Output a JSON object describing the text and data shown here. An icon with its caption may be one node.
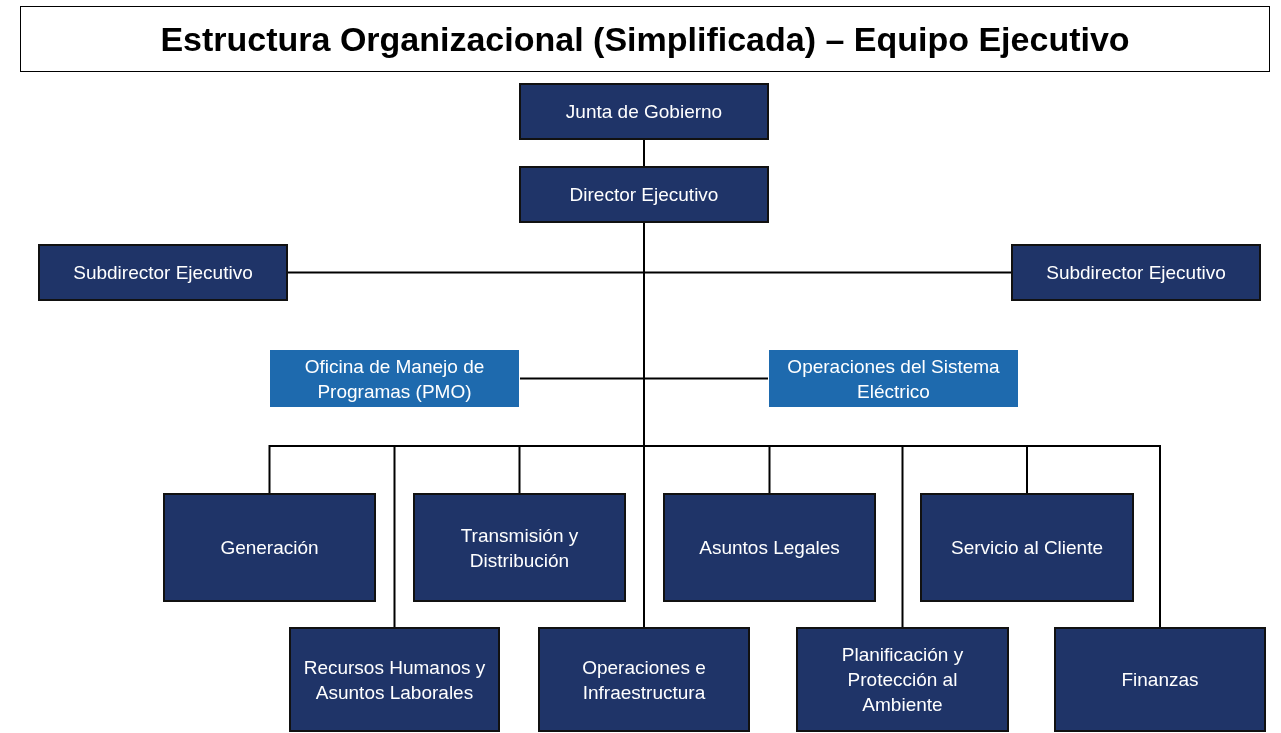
{
  "diagram": {
    "title": "Estructura Organizacional (Simplificada) – Equipo Ejecutivo",
    "nodes": [
      {
        "text": [
          "Junta de Gobierno"
        ]
      },
      {
        "text": [
          "Director Ejecutivo"
        ]
      },
      {
        "text": [
          "Subdirector Ejecutivo"
        ]
      },
      {
        "text": [
          "Subdirector Ejecutivo"
        ]
      },
      {
        "text": [
          "Oficina de Manejo de Programas (PMO)"
        ]
      },
      {
        "text": [
          "Operaciones del Sistema Eléctrico"
        ]
      },
      {
        "text": [
          "Generación"
        ]
      },
      {
        "text": [
          "Transmisión y Distribución"
        ]
      },
      {
        "text": [
          "Asuntos Legales"
        ]
      },
      {
        "text": [
          "Servicio al Cliente"
        ]
      },
      {
        "text": [
          "Recursos Humanos y Asuntos Laborales"
        ]
      },
      {
        "text": [
          "Operaciones e Infraestructura"
        ]
      },
      {
        "text": [
          "Planificación y Protección al Ambiente"
        ]
      },
      {
        "text": [
          "Finanzas"
        ]
      }
    ],
    "edges": [
      {
        "from": 0,
        "to": 1,
        "arrow": "none"
      },
      {
        "from": 1,
        "to": 2,
        "arrow": "none"
      },
      {
        "from": 1,
        "to": 3,
        "arrow": "none"
      },
      {
        "from": 1,
        "to": 4,
        "arrow": "none"
      },
      {
        "from": 1,
        "to": 5,
        "arrow": "none"
      },
      {
        "from": 1,
        "to": 6,
        "arrow": "none"
      },
      {
        "from": 1,
        "to": 10,
        "arrow": "none"
      },
      {
        "from": 1,
        "to": 7,
        "arrow": "none"
      },
      {
        "from": 1,
        "to": 11,
        "arrow": "none"
      },
      {
        "from": 1,
        "to": 8,
        "arrow": "none"
      },
      {
        "from": 1,
        "to": 12,
        "arrow": "none"
      },
      {
        "from": 1,
        "to": 9,
        "arrow": "none"
      },
      {
        "from": 1,
        "to": 13,
        "arrow": "none"
      }
    ]
  }
}
